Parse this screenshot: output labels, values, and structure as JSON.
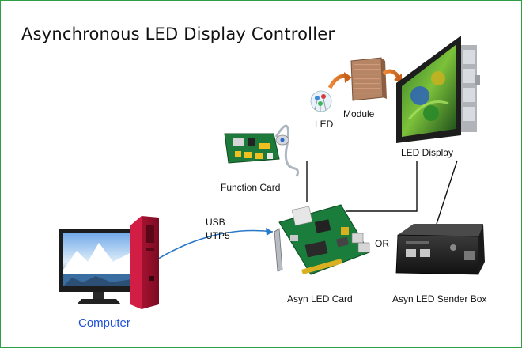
{
  "diagram": {
    "title": "Asynchronous LED Display Controller",
    "labels": {
      "led": "LED",
      "module": "Module",
      "led_display": "LED Display",
      "function_card": "Function Card",
      "usb": "USB",
      "utp5": "UTP5",
      "or": "OR",
      "asyn_led_card": "Asyn LED Card",
      "asyn_led_sender_box": "Asyn LED Sender Box",
      "computer": "Computer"
    }
  }
}
